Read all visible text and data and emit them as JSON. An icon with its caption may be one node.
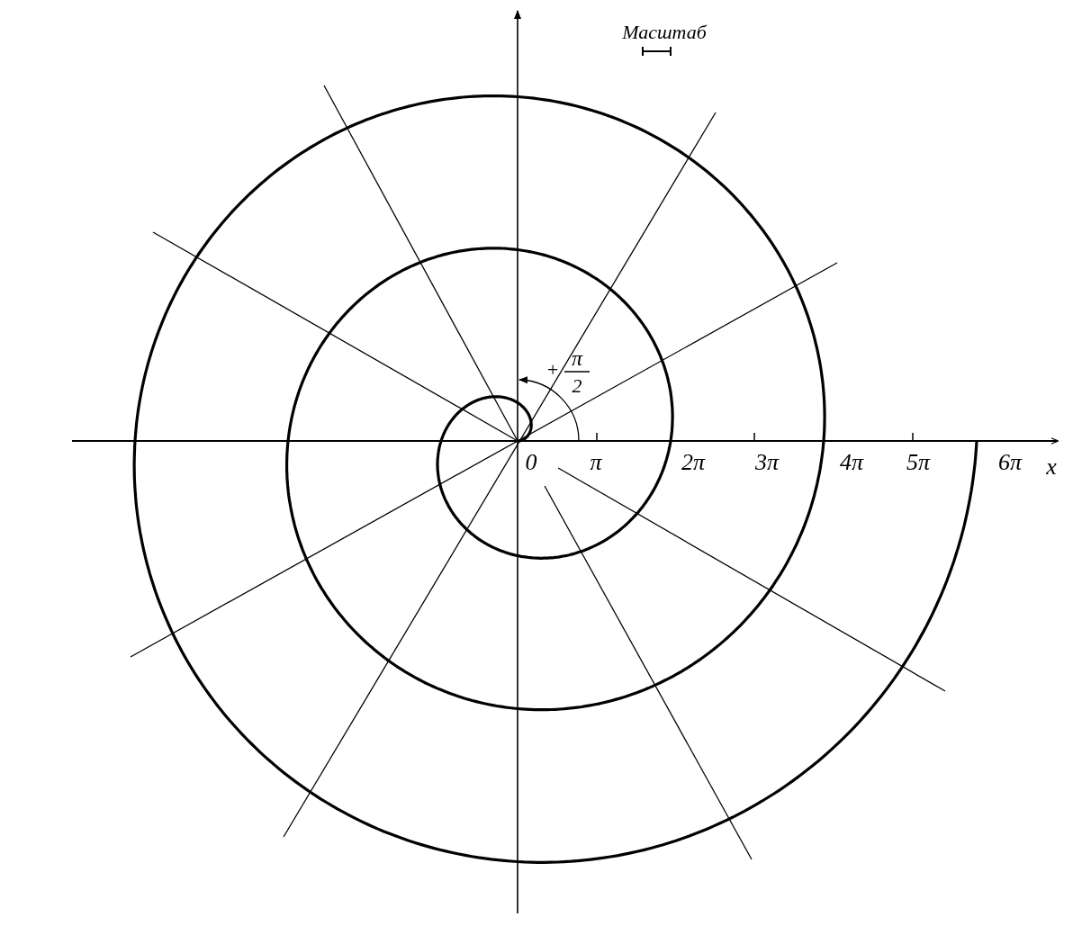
{
  "diagram": {
    "labels": [
      "Масштаб",
      "+",
      "π",
      "2",
      "0",
      "π",
      "2π",
      "3π",
      "4π",
      "5π",
      "6π",
      "x"
    ]
  }
}
